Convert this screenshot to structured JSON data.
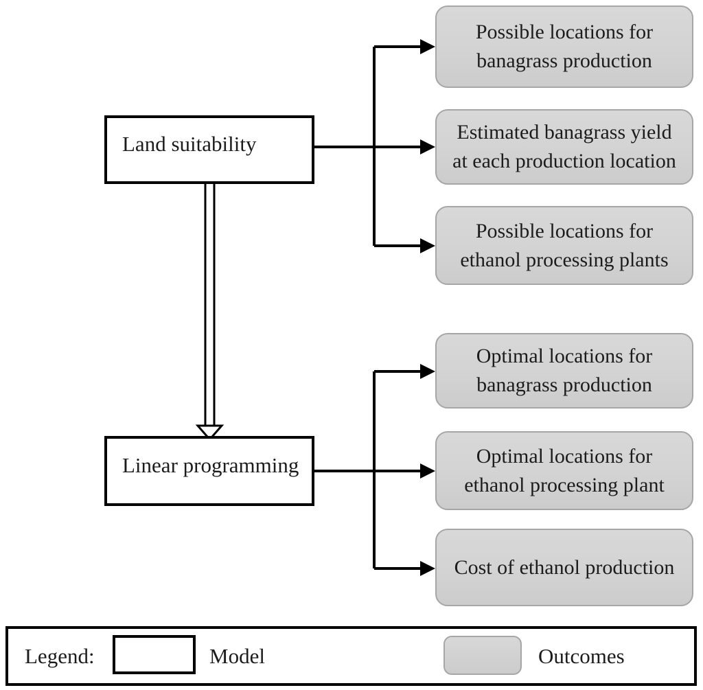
{
  "models": {
    "land_suitability": "Land suitability",
    "linear_programming": "Linear programming"
  },
  "outcomes": {
    "top": [
      {
        "line1": "Possible locations for",
        "line2": "banagrass production"
      },
      {
        "line1": "Estimated banagrass yield",
        "line2": "at each production location"
      },
      {
        "line1": "Possible locations for",
        "line2": "ethanol processing plants"
      }
    ],
    "bottom": [
      {
        "line1": "Optimal locations for",
        "line2": "banagrass production"
      },
      {
        "line1": "Optimal locations for",
        "line2": "ethanol processing plant"
      },
      {
        "line1": "Cost of ethanol production"
      }
    ]
  },
  "legend": {
    "title": "Legend:",
    "model_label": "Model",
    "outcomes_label": "Outcomes"
  },
  "colors": {
    "background": "#ffffff",
    "line": "#000000",
    "text": "#1c1c1c",
    "outcome_fill": "#d3d3d3",
    "outcome_border": "#a6a6a6"
  }
}
